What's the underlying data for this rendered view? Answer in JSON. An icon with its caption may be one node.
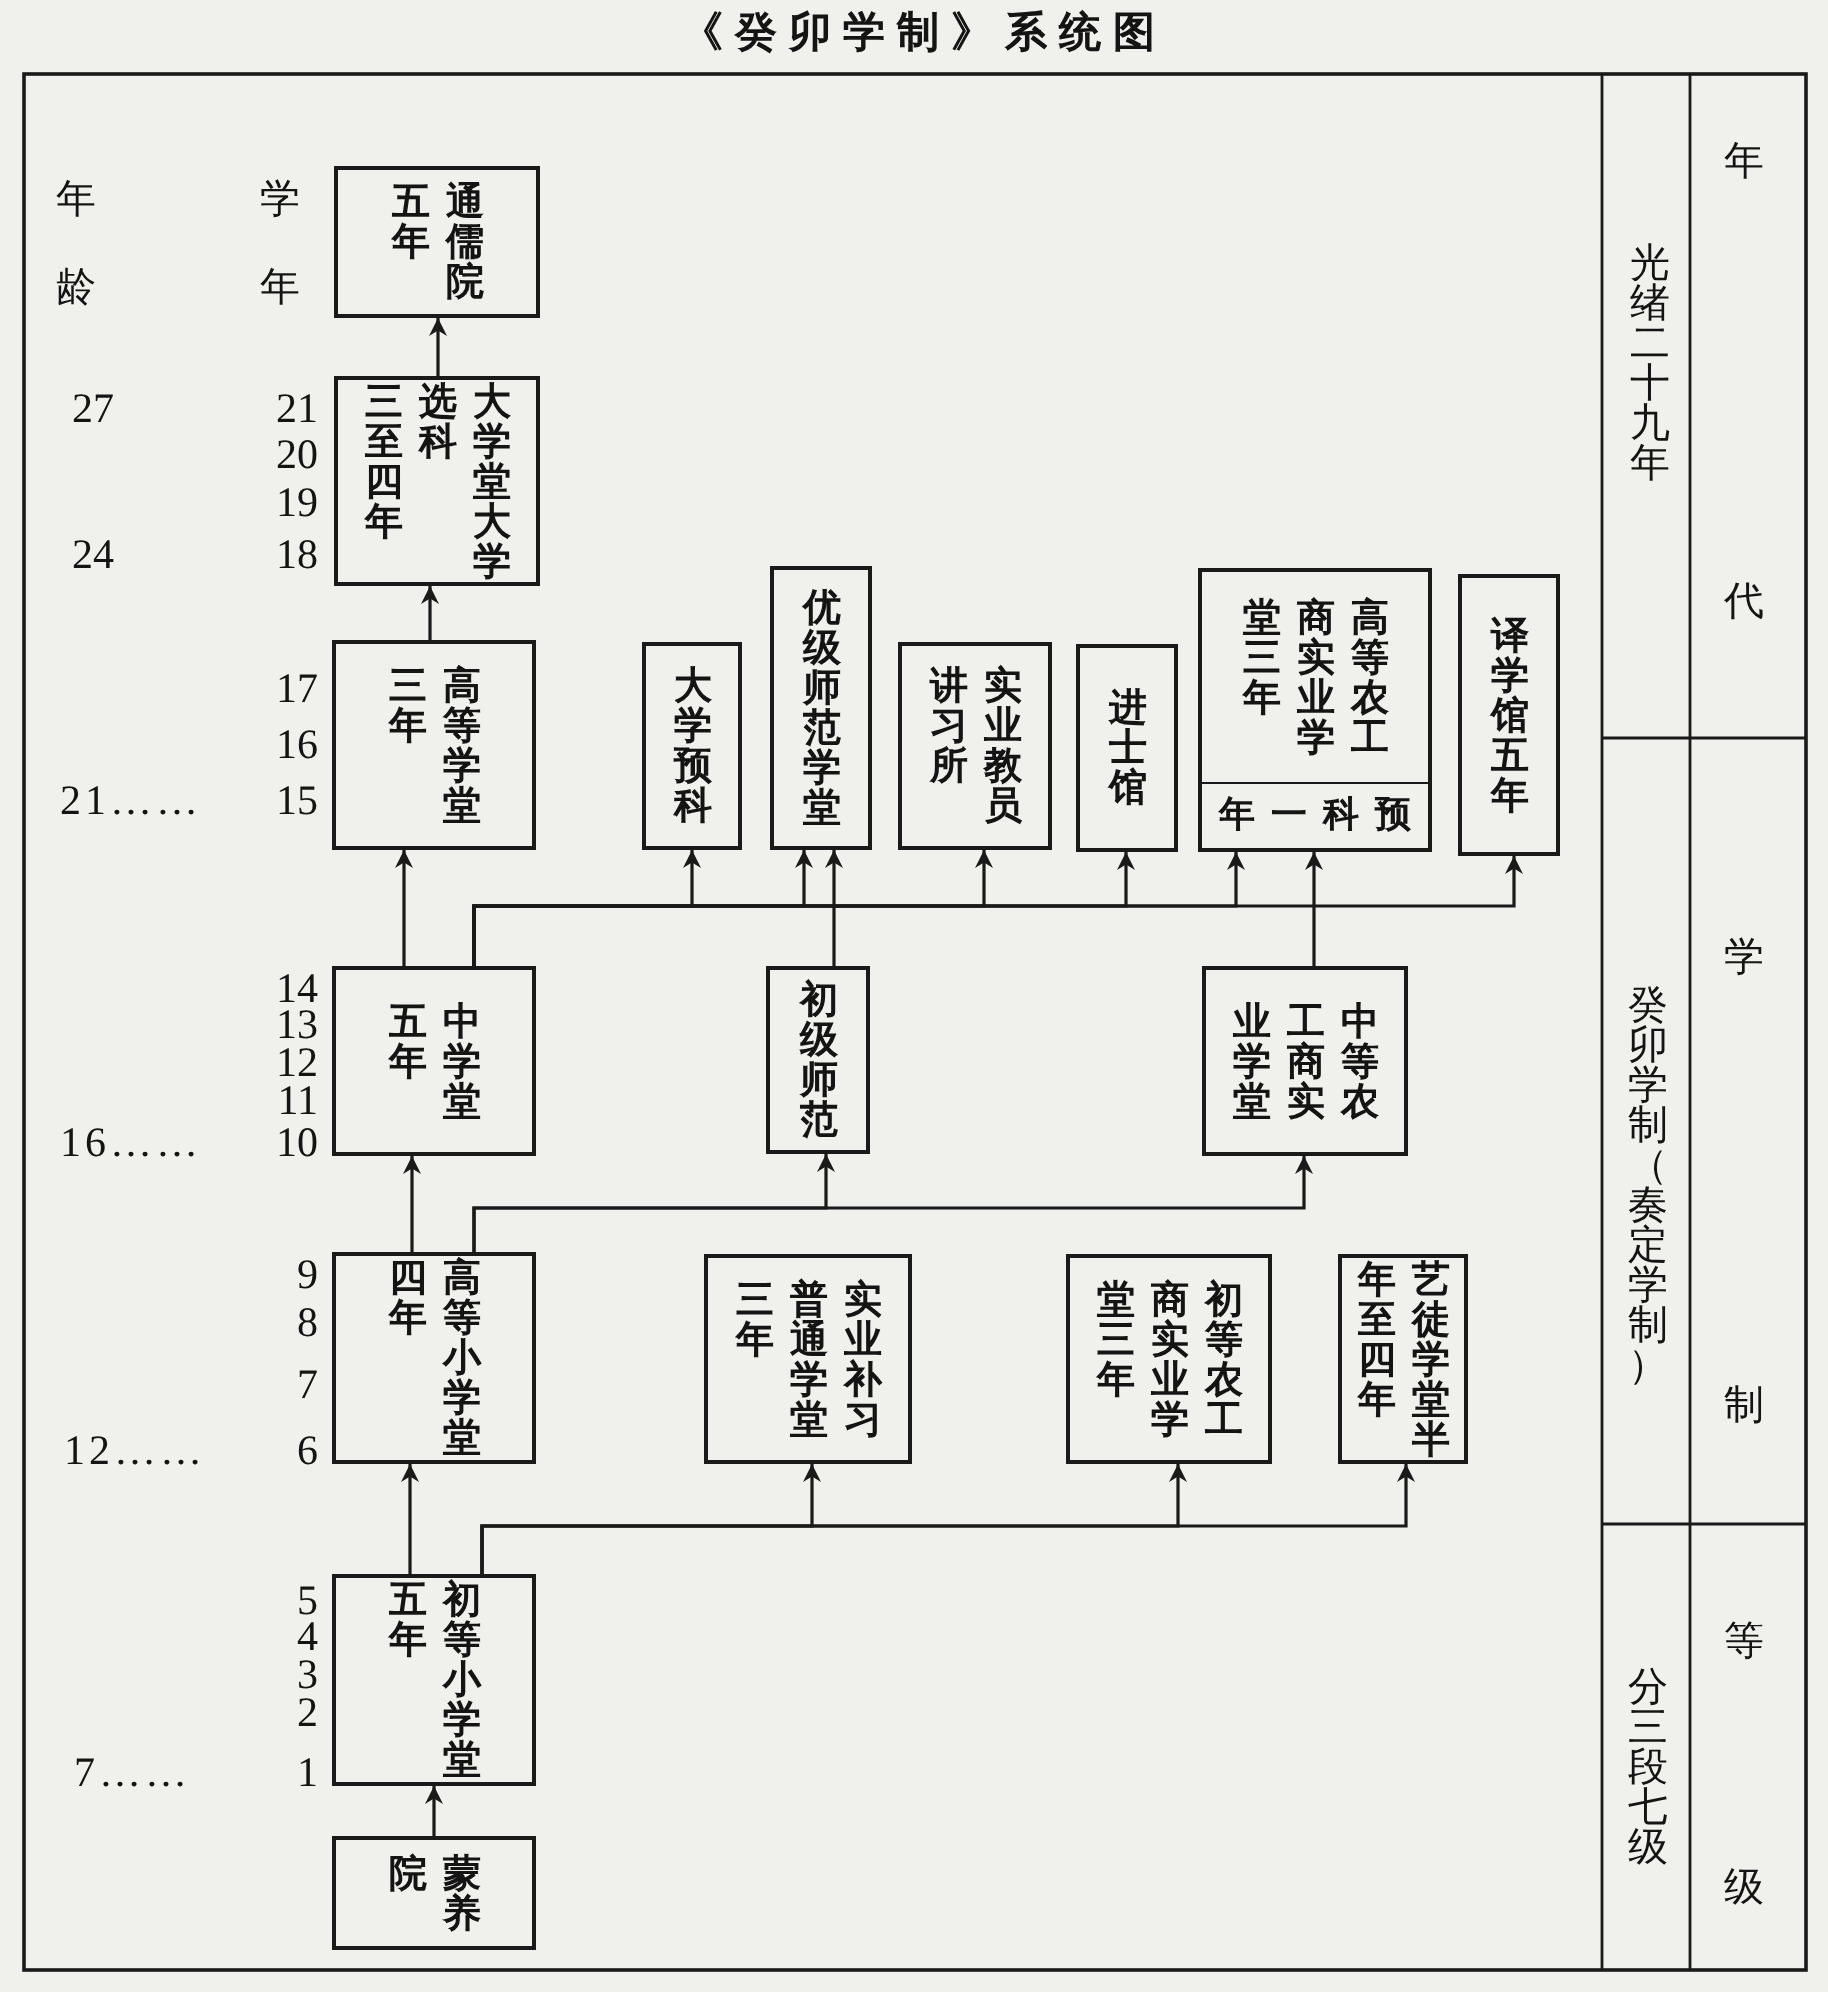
{
  "diagram": {
    "title": "《癸卯学制》系统图",
    "nodes": [
      {
        "text": [
          "通儒院五年"
        ]
      },
      {
        "text": [
          "大学堂大学选科三至四年"
        ]
      },
      {
        "text": [
          "高等学堂三年"
        ]
      },
      {
        "text": [
          "大学预科"
        ]
      },
      {
        "text": [
          "优级师范学堂"
        ]
      },
      {
        "text": [
          "实业教员讲习所"
        ]
      },
      {
        "text": [
          "进士馆"
        ]
      },
      {
        "text": [
          "高等农工商实业学堂三年",
          "年一科预"
        ]
      },
      {
        "text": [
          "译学馆五年"
        ]
      },
      {
        "text": [
          "中学堂五年"
        ]
      },
      {
        "text": [
          "初级师范"
        ]
      },
      {
        "text": [
          "中等农工商实业学堂"
        ]
      },
      {
        "text": [
          "高等小学堂四年"
        ]
      },
      {
        "text": [
          "实业补习普通学堂三年"
        ]
      },
      {
        "text": [
          "初等农工商实业学堂三年"
        ]
      },
      {
        "text": [
          "艺徒学堂半年至四年"
        ]
      },
      {
        "text": [
          "初等小学堂五年"
        ]
      },
      {
        "text": [
          "蒙养院"
        ]
      }
    ],
    "edges": [
      {
        "from": 1,
        "to": 0,
        "arrow": "to"
      },
      {
        "from": 2,
        "to": 1,
        "arrow": "to"
      },
      {
        "from": 9,
        "to": 3,
        "arrow": "to"
      },
      {
        "from": 9,
        "to": 4,
        "arrow": "to"
      },
      {
        "from": 9,
        "to": 5,
        "arrow": "to"
      },
      {
        "from": 9,
        "to": 6,
        "arrow": "to"
      },
      {
        "from": 9,
        "to": 7,
        "arrow": "to"
      },
      {
        "from": 9,
        "to": 8,
        "arrow": "to"
      },
      {
        "from": 10,
        "to": 4,
        "arrow": "to"
      },
      {
        "from": 11,
        "to": 7,
        "arrow": "to"
      },
      {
        "from": 9,
        "to": 2,
        "arrow": "to"
      },
      {
        "from": 12,
        "to": 9,
        "arrow": "to"
      },
      {
        "from": 12,
        "to": 10,
        "arrow": "to"
      },
      {
        "from": 12,
        "to": 11,
        "arrow": "to"
      },
      {
        "from": 16,
        "to": 12,
        "arrow": "to"
      },
      {
        "from": 16,
        "to": 13,
        "arrow": "to"
      },
      {
        "from": 16,
        "to": 14,
        "arrow": "to"
      },
      {
        "from": 16,
        "to": 15,
        "arrow": "to"
      },
      {
        "from": 17,
        "to": 16,
        "arrow": "to"
      }
    ],
    "labels": [
      "年龄",
      "学年",
      "27",
      "21",
      "20",
      "19",
      "24",
      "18",
      "17",
      "16",
      "21……",
      "15",
      "14",
      "13",
      "12",
      "11",
      "16……",
      "10",
      "9",
      "8",
      "7",
      "12……",
      "6",
      "5",
      "4",
      "3",
      "2",
      "7……",
      "1",
      "年",
      "代",
      "光绪二十九年",
      "学",
      "制",
      "癸卯学制（奏定学制）",
      "等",
      "级",
      "分三段七级"
    ]
  }
}
